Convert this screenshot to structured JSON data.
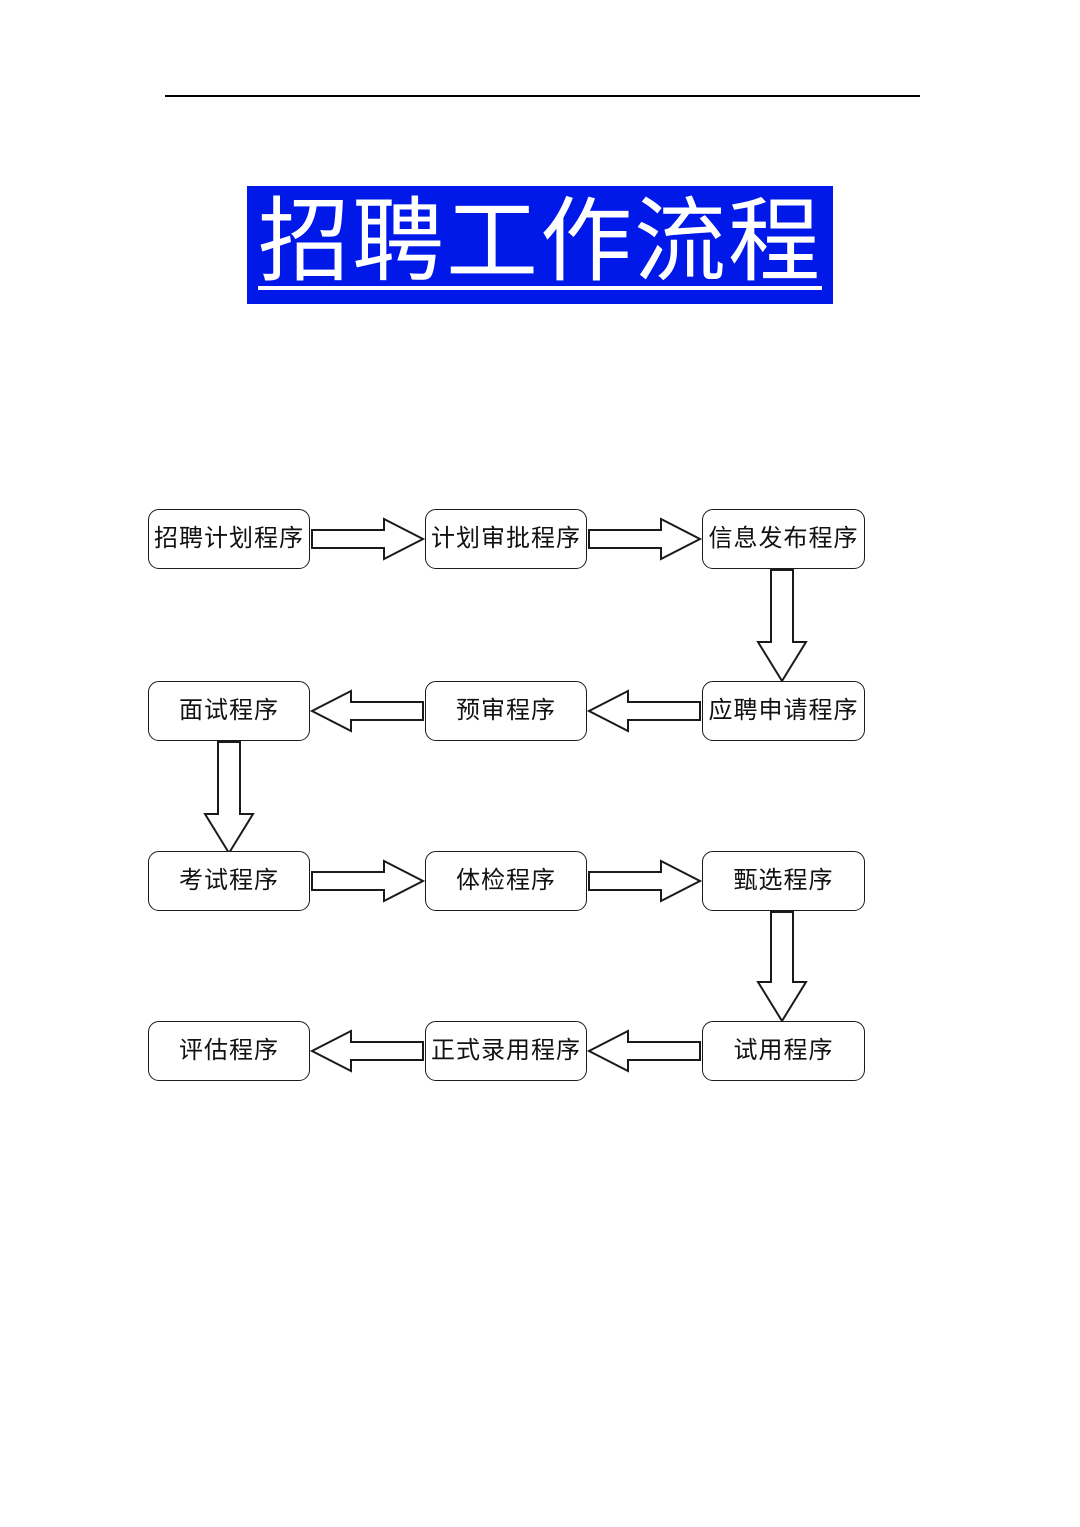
{
  "document": {
    "title_text": "招聘工作流程",
    "title_highlight_color": "#0018E8",
    "title_text_color": "#FFFFFF",
    "page_background": "#FFFFFF",
    "line_color": "#1A1A1A"
  },
  "flow": {
    "nodes": [
      {
        "id": "n1",
        "label": "招聘计划程序",
        "row": 1,
        "col": 1
      },
      {
        "id": "n2",
        "label": "计划审批程序",
        "row": 1,
        "col": 2
      },
      {
        "id": "n3",
        "label": "信息发布程序",
        "row": 1,
        "col": 3
      },
      {
        "id": "n4",
        "label": "面试程序",
        "row": 2,
        "col": 1
      },
      {
        "id": "n5",
        "label": "预审程序",
        "row": 2,
        "col": 2
      },
      {
        "id": "n6",
        "label": "应聘申请程序",
        "row": 2,
        "col": 3
      },
      {
        "id": "n7",
        "label": "考试程序",
        "row": 3,
        "col": 1
      },
      {
        "id": "n8",
        "label": "体检程序",
        "row": 3,
        "col": 2
      },
      {
        "id": "n9",
        "label": "甄选程序",
        "row": 3,
        "col": 3
      },
      {
        "id": "n10",
        "label": "评估程序",
        "row": 4,
        "col": 1
      },
      {
        "id": "n11",
        "label": "正式录用程序",
        "row": 4,
        "col": 2
      },
      {
        "id": "n12",
        "label": "试用程序",
        "row": 4,
        "col": 3
      }
    ],
    "edges": [
      {
        "from": "n1",
        "to": "n2",
        "direction": "right"
      },
      {
        "from": "n2",
        "to": "n3",
        "direction": "right"
      },
      {
        "from": "n3",
        "to": "n6",
        "direction": "down"
      },
      {
        "from": "n6",
        "to": "n5",
        "direction": "left"
      },
      {
        "from": "n5",
        "to": "n4",
        "direction": "left"
      },
      {
        "from": "n4",
        "to": "n7",
        "direction": "down"
      },
      {
        "from": "n7",
        "to": "n8",
        "direction": "right"
      },
      {
        "from": "n8",
        "to": "n9",
        "direction": "right"
      },
      {
        "from": "n9",
        "to": "n12",
        "direction": "down"
      },
      {
        "from": "n12",
        "to": "n11",
        "direction": "left"
      },
      {
        "from": "n11",
        "to": "n10",
        "direction": "left"
      }
    ]
  }
}
